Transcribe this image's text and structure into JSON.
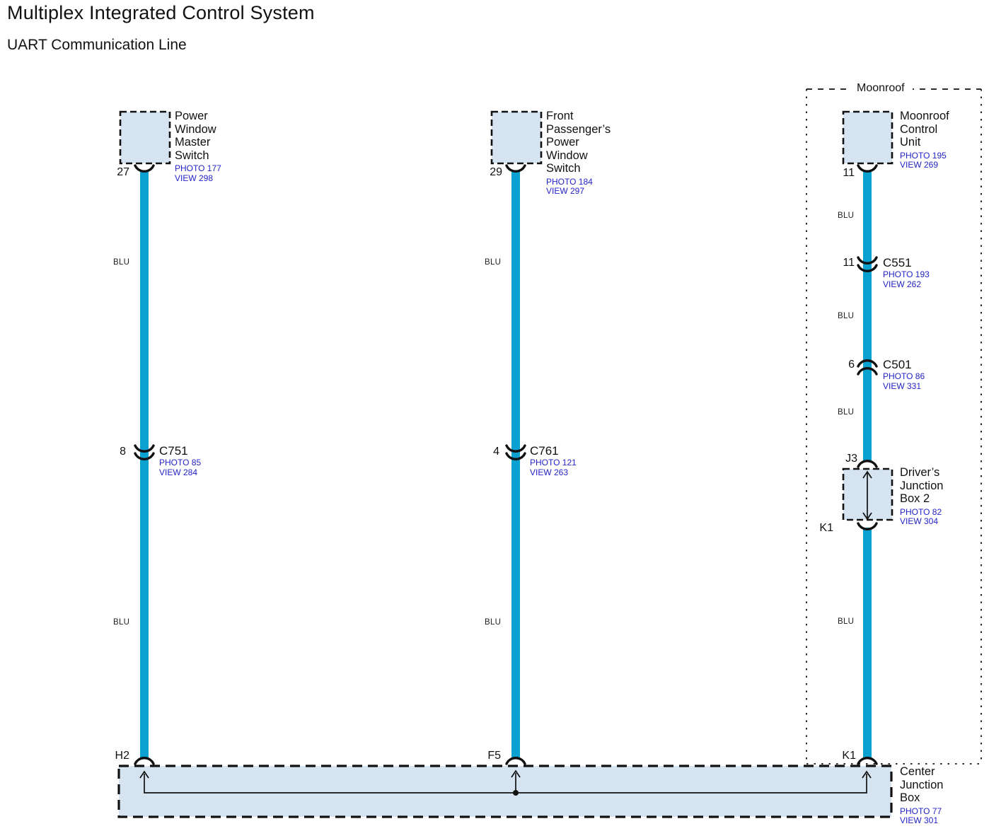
{
  "title": "Multiplex Integrated Control System",
  "subtitle": "UART Communication Line",
  "colors": {
    "wire": "#0aa0d0",
    "box_fill": "#d6e4f2",
    "ref_link": "#2323c8"
  },
  "wire": {
    "color_code": "BLU"
  },
  "moonroof_group": {
    "label": "Moonroof"
  },
  "components": {
    "power_window_master_switch": {
      "label": "Power\nWindow\nMaster\nSwitch",
      "photo": "PHOTO 177",
      "view": "VIEW 298",
      "pin": "27"
    },
    "front_passenger_power_window_switch": {
      "label": "Front\nPassenger’s\nPower\nWindow\nSwitch",
      "photo": "PHOTO 184",
      "view": "VIEW 297",
      "pin": "29"
    },
    "moonroof_control_unit": {
      "label": "Moonroof\nControl\nUnit",
      "photo": "PHOTO 195",
      "view": "VIEW 269",
      "pin": "11"
    },
    "drivers_junction_box_2": {
      "label": "Driver’s\nJunction\nBox 2",
      "photo": "PHOTO 82",
      "view": "VIEW 304",
      "pin_in": "J3",
      "pin_out": "K1"
    },
    "center_junction_box": {
      "label": "Center\nJunction\nBox",
      "photo": "PHOTO 77",
      "view": "VIEW 301",
      "pin_left": "H2",
      "pin_middle": "F5",
      "pin_right": "K1"
    }
  },
  "connectors": {
    "c751": {
      "name": "C751",
      "pin": "8",
      "photo": "PHOTO 85",
      "view": "VIEW 284"
    },
    "c761": {
      "name": "C761",
      "pin": "4",
      "photo": "PHOTO 121",
      "view": "VIEW 263"
    },
    "c551": {
      "name": "C551",
      "pin": "11",
      "photo": "PHOTO 193",
      "view": "VIEW 262"
    },
    "c501": {
      "name": "C501",
      "pin": "6",
      "photo": "PHOTO 86",
      "view": "VIEW 331"
    }
  }
}
